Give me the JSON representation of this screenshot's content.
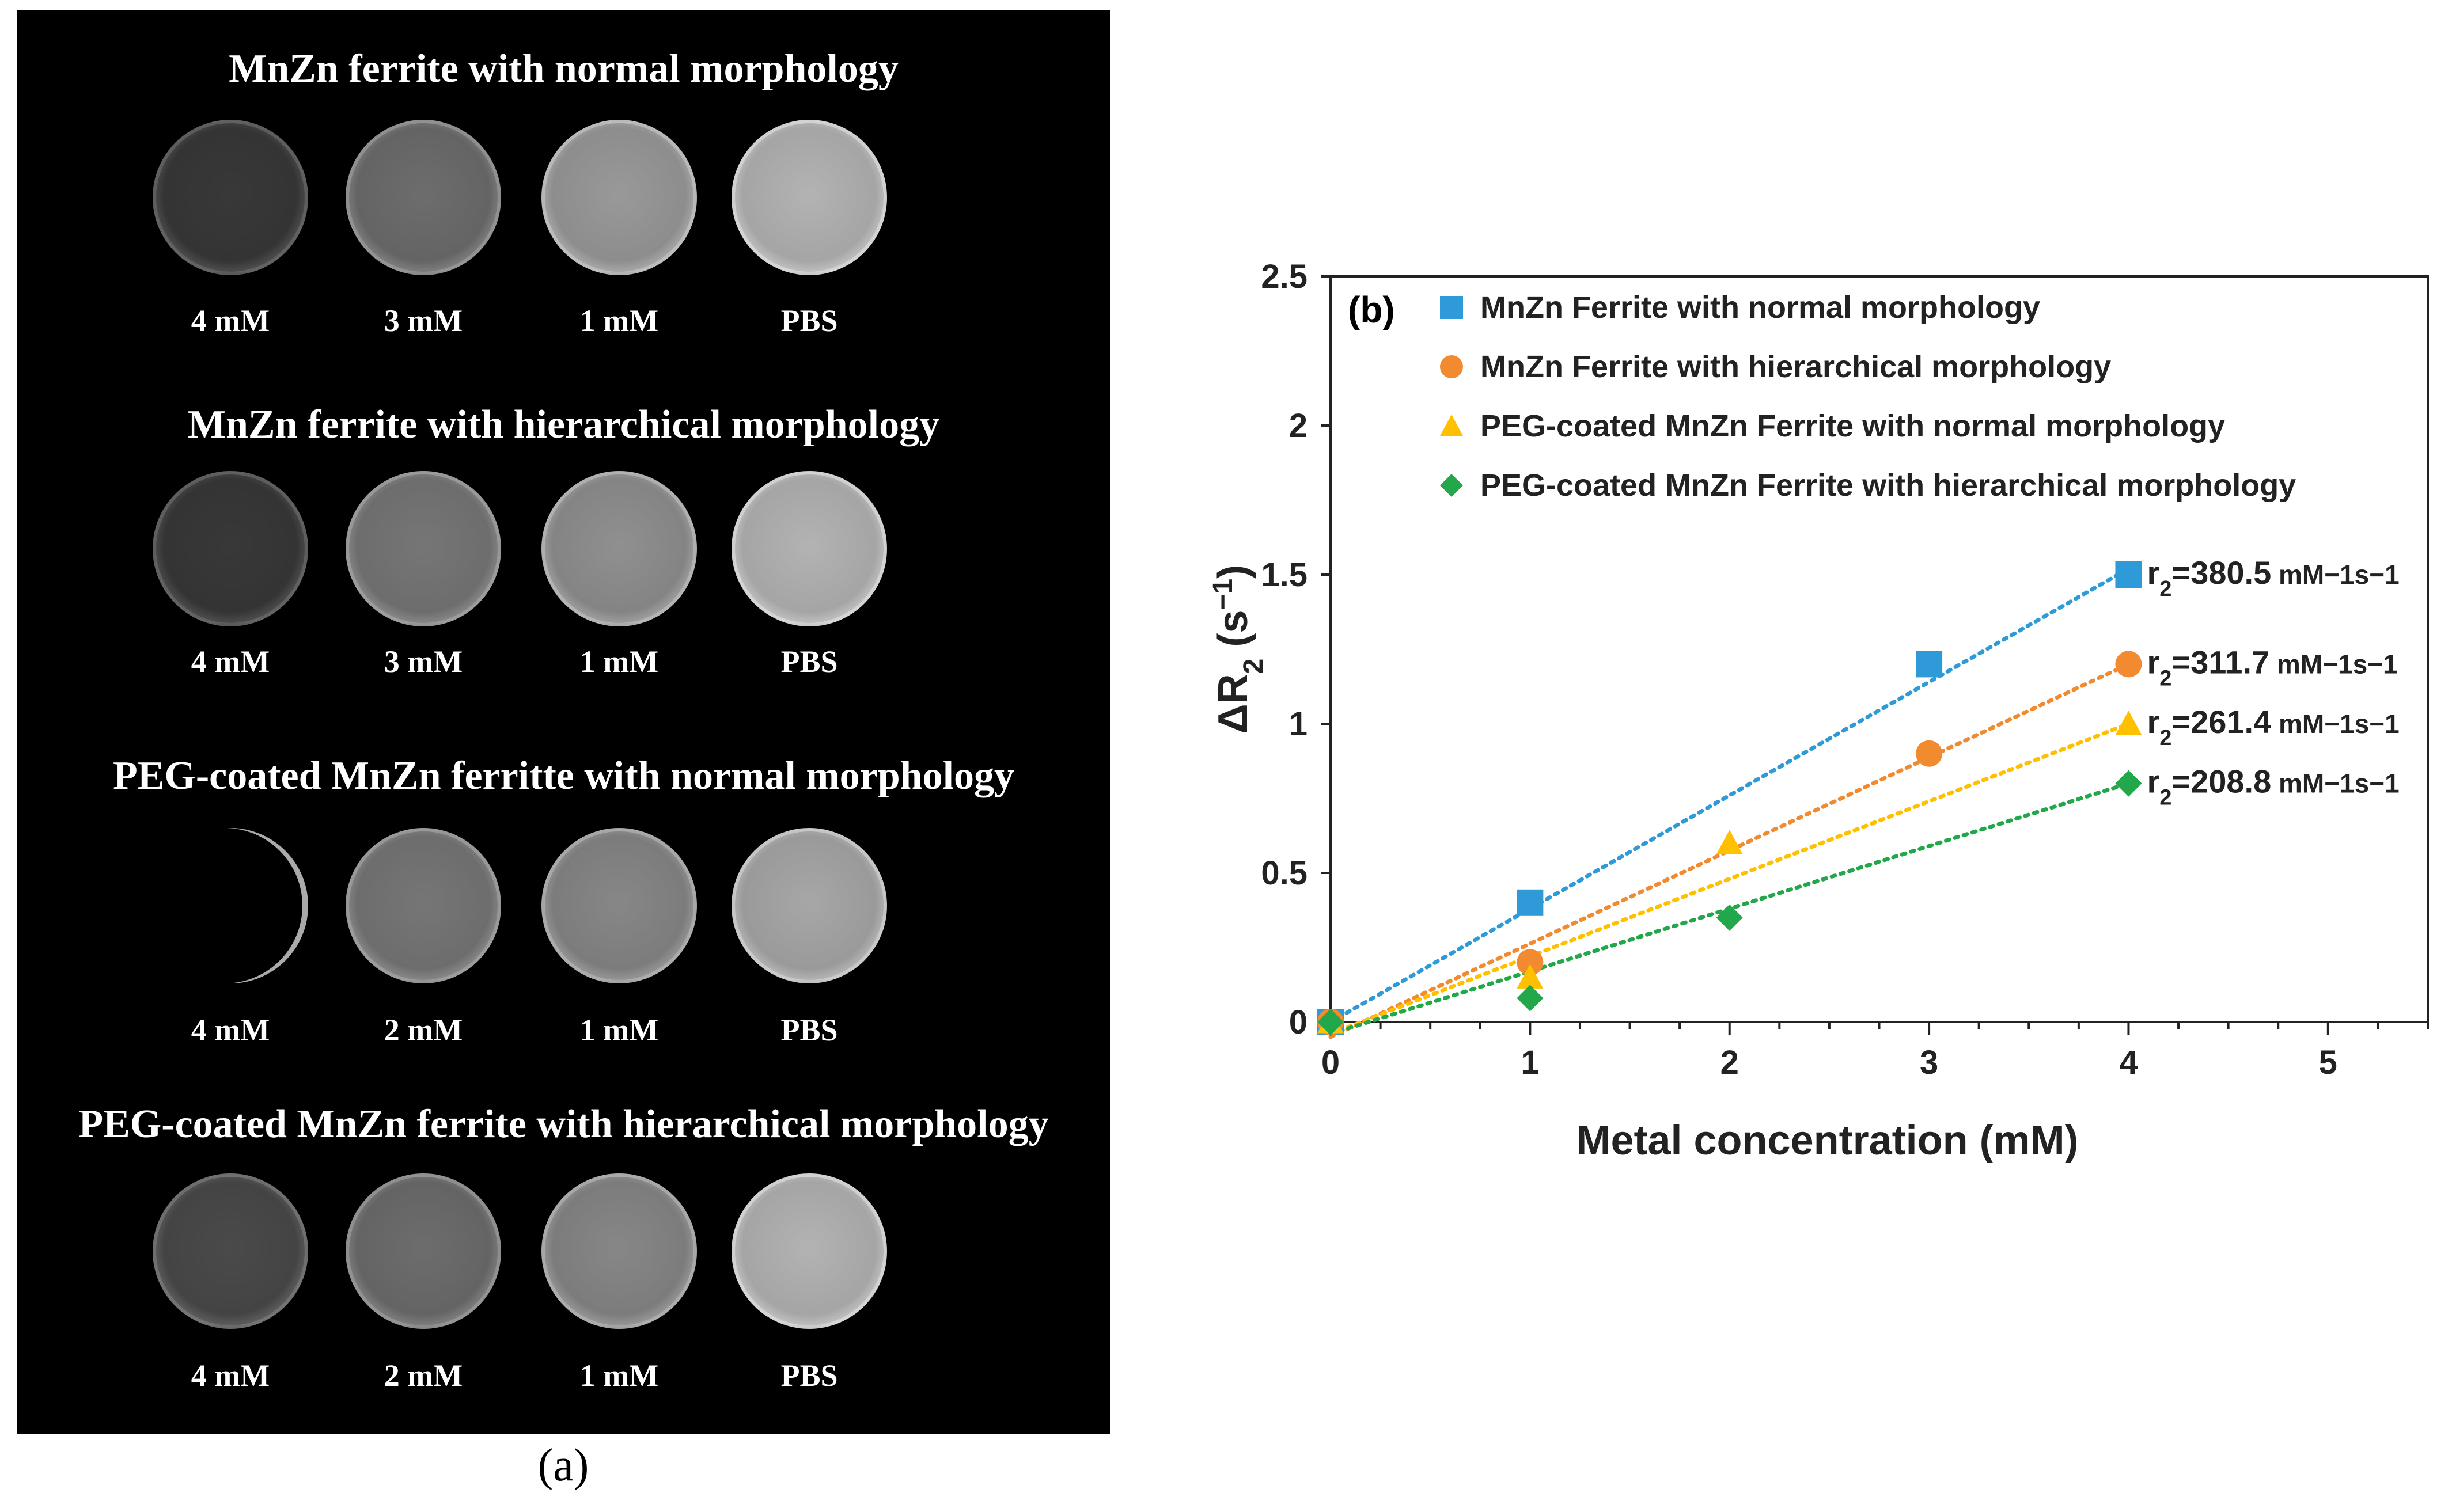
{
  "panel_a": {
    "label": "(a)",
    "groups": [
      {
        "title": "MnZn ferrite with normal morphology",
        "samples": [
          {
            "label": "4 mM",
            "brightness": 0.15
          },
          {
            "label": "3 mM",
            "brightness": 0.45
          },
          {
            "label": "1 mM",
            "brightness": 0.7
          },
          {
            "label": "PBS",
            "brightness": 0.85
          }
        ]
      },
      {
        "title": "MnZn ferrite with hierarchical morphology",
        "samples": [
          {
            "label": "4 mM",
            "brightness": 0.15
          },
          {
            "label": "3 mM",
            "brightness": 0.5
          },
          {
            "label": "1 mM",
            "brightness": 0.65
          },
          {
            "label": "PBS",
            "brightness": 0.85
          }
        ]
      },
      {
        "title": "PEG-coated MnZn ferritte with normal morphology",
        "samples": [
          {
            "label": "4 mM",
            "brightness": 0.0
          },
          {
            "label": "2 mM",
            "brightness": 0.5
          },
          {
            "label": "1 mM",
            "brightness": 0.6
          },
          {
            "label": "PBS",
            "brightness": 0.78
          }
        ]
      },
      {
        "title": "PEG-coated MnZn ferrite with hierarchical morphology",
        "samples": [
          {
            "label": "4 mM",
            "brightness": 0.25
          },
          {
            "label": "2 mM",
            "brightness": 0.45
          },
          {
            "label": "1 mM",
            "brightness": 0.6
          },
          {
            "label": "PBS",
            "brightness": 0.85
          }
        ]
      }
    ]
  },
  "chart_data": {
    "type": "scatter",
    "panel_label": "(b)",
    "xlabel": "Metal concentration (mM)",
    "ylabel": "ΔR2 (s−1)",
    "xlim": [
      0,
      5.5
    ],
    "ylim": [
      0,
      2.5
    ],
    "xticks": [
      0,
      1,
      2,
      3,
      4,
      5
    ],
    "yticks": [
      0,
      0.5,
      1,
      1.5,
      2,
      2.5
    ],
    "ytick_labels": [
      "0",
      "0.5",
      "1",
      "1.5",
      "2",
      "2.5"
    ],
    "legend_position": "top",
    "series": [
      {
        "name": "MnZn Ferrite with normal morphology",
        "marker": "square",
        "color": "#2e9ad8",
        "x": [
          0,
          1,
          3,
          4
        ],
        "y": [
          0,
          0.4,
          1.2,
          1.5
        ],
        "fit": {
          "x": [
            0,
            4
          ],
          "y": [
            0.0,
            1.52
          ]
        },
        "annotation": {
          "r_value": "r2=380.5",
          "unit": "mM−1s−1",
          "at_y": 1.5
        }
      },
      {
        "name": "MnZn Ferrite with hierarchical morphology",
        "marker": "circle",
        "color": "#f28a30",
        "x": [
          0,
          1,
          3,
          4
        ],
        "y": [
          0,
          0.2,
          0.9,
          1.2
        ],
        "fit": {
          "x": [
            0,
            4
          ],
          "y": [
            -0.05,
            1.2
          ]
        },
        "annotation": {
          "r_value": "r2=311.7",
          "unit": "mM−1s−1",
          "at_y": 1.2
        }
      },
      {
        "name": "PEG-coated MnZn Ferrite with normal morphology",
        "marker": "triangle",
        "color": "#ffc000",
        "x": [
          0,
          1,
          2,
          4
        ],
        "y": [
          0,
          0.15,
          0.6,
          1.0
        ],
        "fit": {
          "x": [
            0,
            4
          ],
          "y": [
            -0.04,
            1.0
          ]
        },
        "annotation": {
          "r_value": "r2=261.4",
          "unit": "mM−1s−1",
          "at_y": 1.0
        }
      },
      {
        "name": "PEG-coated MnZn Ferrite with hierarchical morphology",
        "marker": "diamond",
        "color": "#22a84a",
        "x": [
          0,
          1,
          2,
          4
        ],
        "y": [
          0,
          0.08,
          0.35,
          0.8
        ],
        "fit": {
          "x": [
            0,
            4
          ],
          "y": [
            -0.04,
            0.8
          ]
        },
        "annotation": {
          "r_value": "r2=208.8",
          "unit": "mM−1s−1",
          "at_y": 0.8
        }
      }
    ]
  }
}
